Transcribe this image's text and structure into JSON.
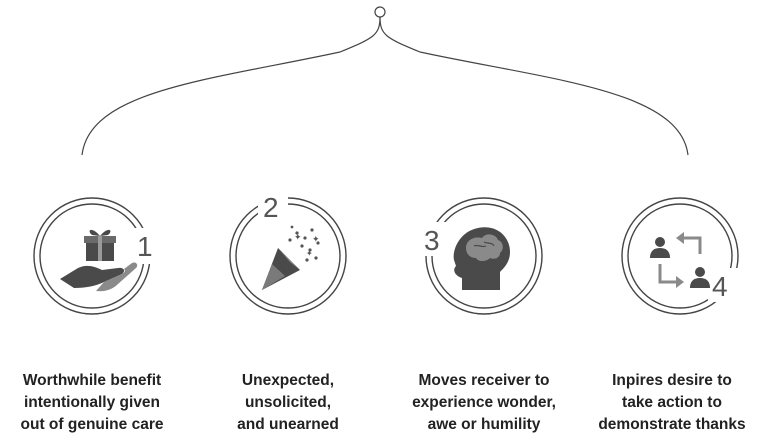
{
  "steps": [
    {
      "number": "1",
      "icon": "hand-gift-icon",
      "caption": [
        "Worthwhile benefit",
        "intentionally given",
        "out of genuine care"
      ]
    },
    {
      "number": "2",
      "icon": "party-popper-icon",
      "caption": [
        "Unexpected,",
        "unsolicited,",
        "and unearned"
      ]
    },
    {
      "number": "3",
      "icon": "head-brain-icon",
      "caption": [
        "Moves receiver to",
        "experience wonder,",
        "awe or humility"
      ]
    },
    {
      "number": "4",
      "icon": "people-exchange-icon",
      "caption": [
        "Inpires desire to",
        "take action to",
        "demonstrate thanks"
      ]
    }
  ],
  "colors": {
    "line": "#444444",
    "icon_dark": "#4a4a4a",
    "icon_light": "#8a8a8a",
    "text": "#222222"
  }
}
